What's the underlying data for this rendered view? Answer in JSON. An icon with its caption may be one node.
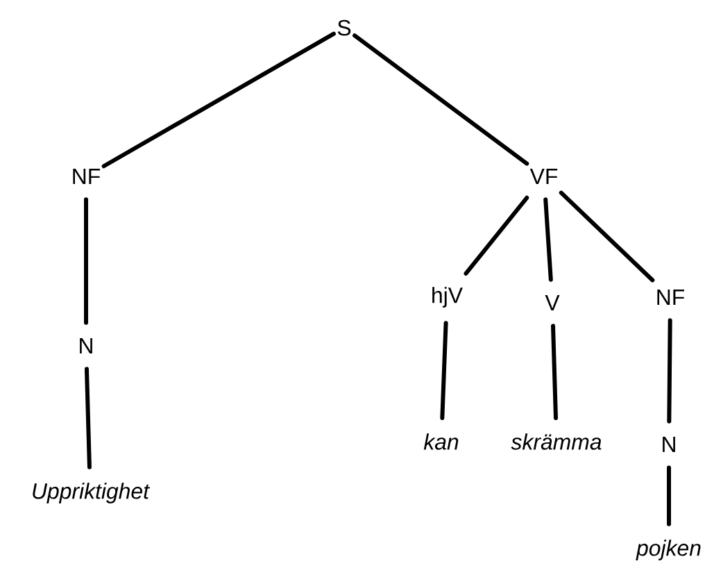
{
  "diagram": {
    "nodes": [
      {
        "text": [
          "S"
        ]
      },
      {
        "text": [
          "NF"
        ]
      },
      {
        "text": [
          "VF"
        ]
      },
      {
        "text": [
          "hjV"
        ]
      },
      {
        "text": [
          "V"
        ]
      },
      {
        "text": [
          "NF"
        ]
      },
      {
        "text": [
          "N"
        ]
      },
      {
        "text": [
          "kan"
        ]
      },
      {
        "text": [
          "skrämma"
        ]
      },
      {
        "text": [
          "N"
        ]
      },
      {
        "text": [
          "Uppriktighet"
        ]
      },
      {
        "text": [
          "pojken"
        ]
      }
    ],
    "edges": [
      {
        "from": 0,
        "to": 1,
        "arrow": "none"
      },
      {
        "from": 0,
        "to": 2,
        "arrow": "none"
      },
      {
        "from": 1,
        "to": 6,
        "arrow": "none"
      },
      {
        "from": 2,
        "to": 3,
        "arrow": "none"
      },
      {
        "from": 2,
        "to": 4,
        "arrow": "none"
      },
      {
        "from": 2,
        "to": 5,
        "arrow": "none"
      },
      {
        "from": 6,
        "to": 10,
        "arrow": "none"
      },
      {
        "from": 3,
        "to": 7,
        "arrow": "none"
      },
      {
        "from": 4,
        "to": 8,
        "arrow": "none"
      },
      {
        "from": 5,
        "to": 9,
        "arrow": "none"
      },
      {
        "from": 9,
        "to": 11,
        "arrow": "none"
      }
    ]
  }
}
